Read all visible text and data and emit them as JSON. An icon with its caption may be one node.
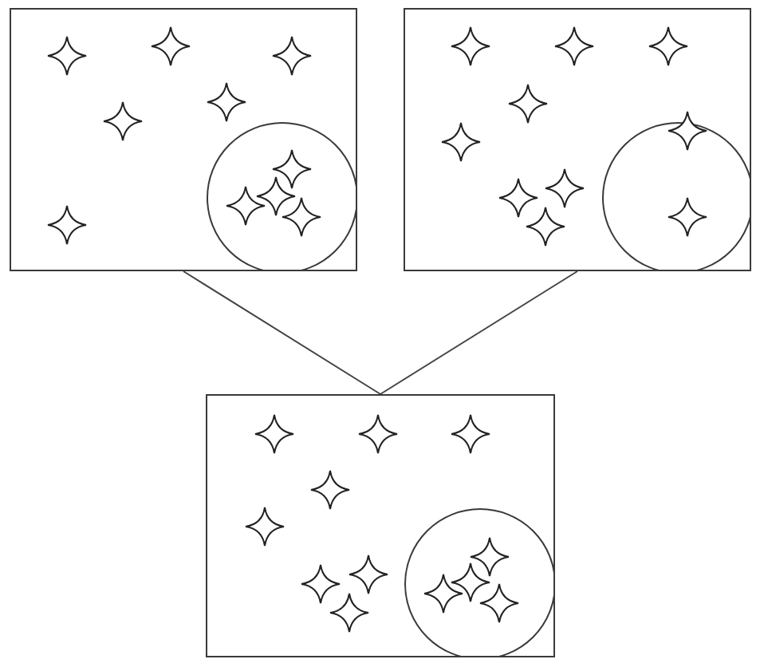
{
  "diagram": {
    "nodes": [
      {
        "text": [],
        "shape": "picture"
      },
      {
        "text": [],
        "shape": "picture"
      },
      {
        "text": [],
        "shape": "picture"
      }
    ],
    "edges": [
      {
        "from": 0,
        "to": 2,
        "arrow": "none"
      },
      {
        "from": 1,
        "to": 2,
        "arrow": "none"
      }
    ]
  }
}
